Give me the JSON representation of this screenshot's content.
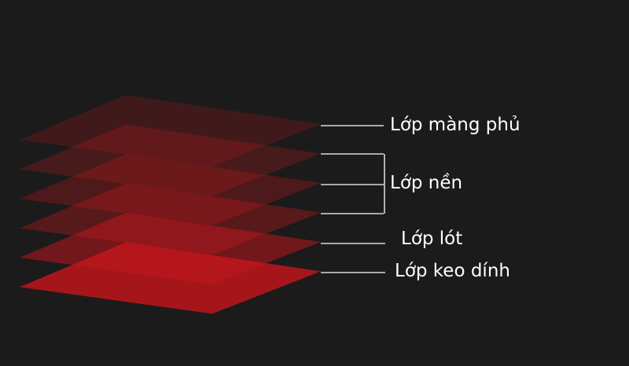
{
  "diagram": {
    "colors": {
      "background": "#1b1b1b",
      "layer": "#c4161c",
      "leader": "#d9d9d9",
      "text": "#ffffff"
    },
    "layers": [
      {
        "id": "top-coating",
        "opacity": 0.22
      },
      {
        "id": "base-1",
        "opacity": 0.26
      },
      {
        "id": "base-2",
        "opacity": 0.3
      },
      {
        "id": "base-3",
        "opacity": 0.36
      },
      {
        "id": "primer",
        "opacity": 0.52
      },
      {
        "id": "adhesive",
        "opacity": 0.82
      }
    ],
    "labels": {
      "top_coating": "Lớp màng phủ",
      "base": "Lớp nền",
      "primer": "Lớp lót",
      "adhesive": "Lớp keo dính"
    }
  }
}
